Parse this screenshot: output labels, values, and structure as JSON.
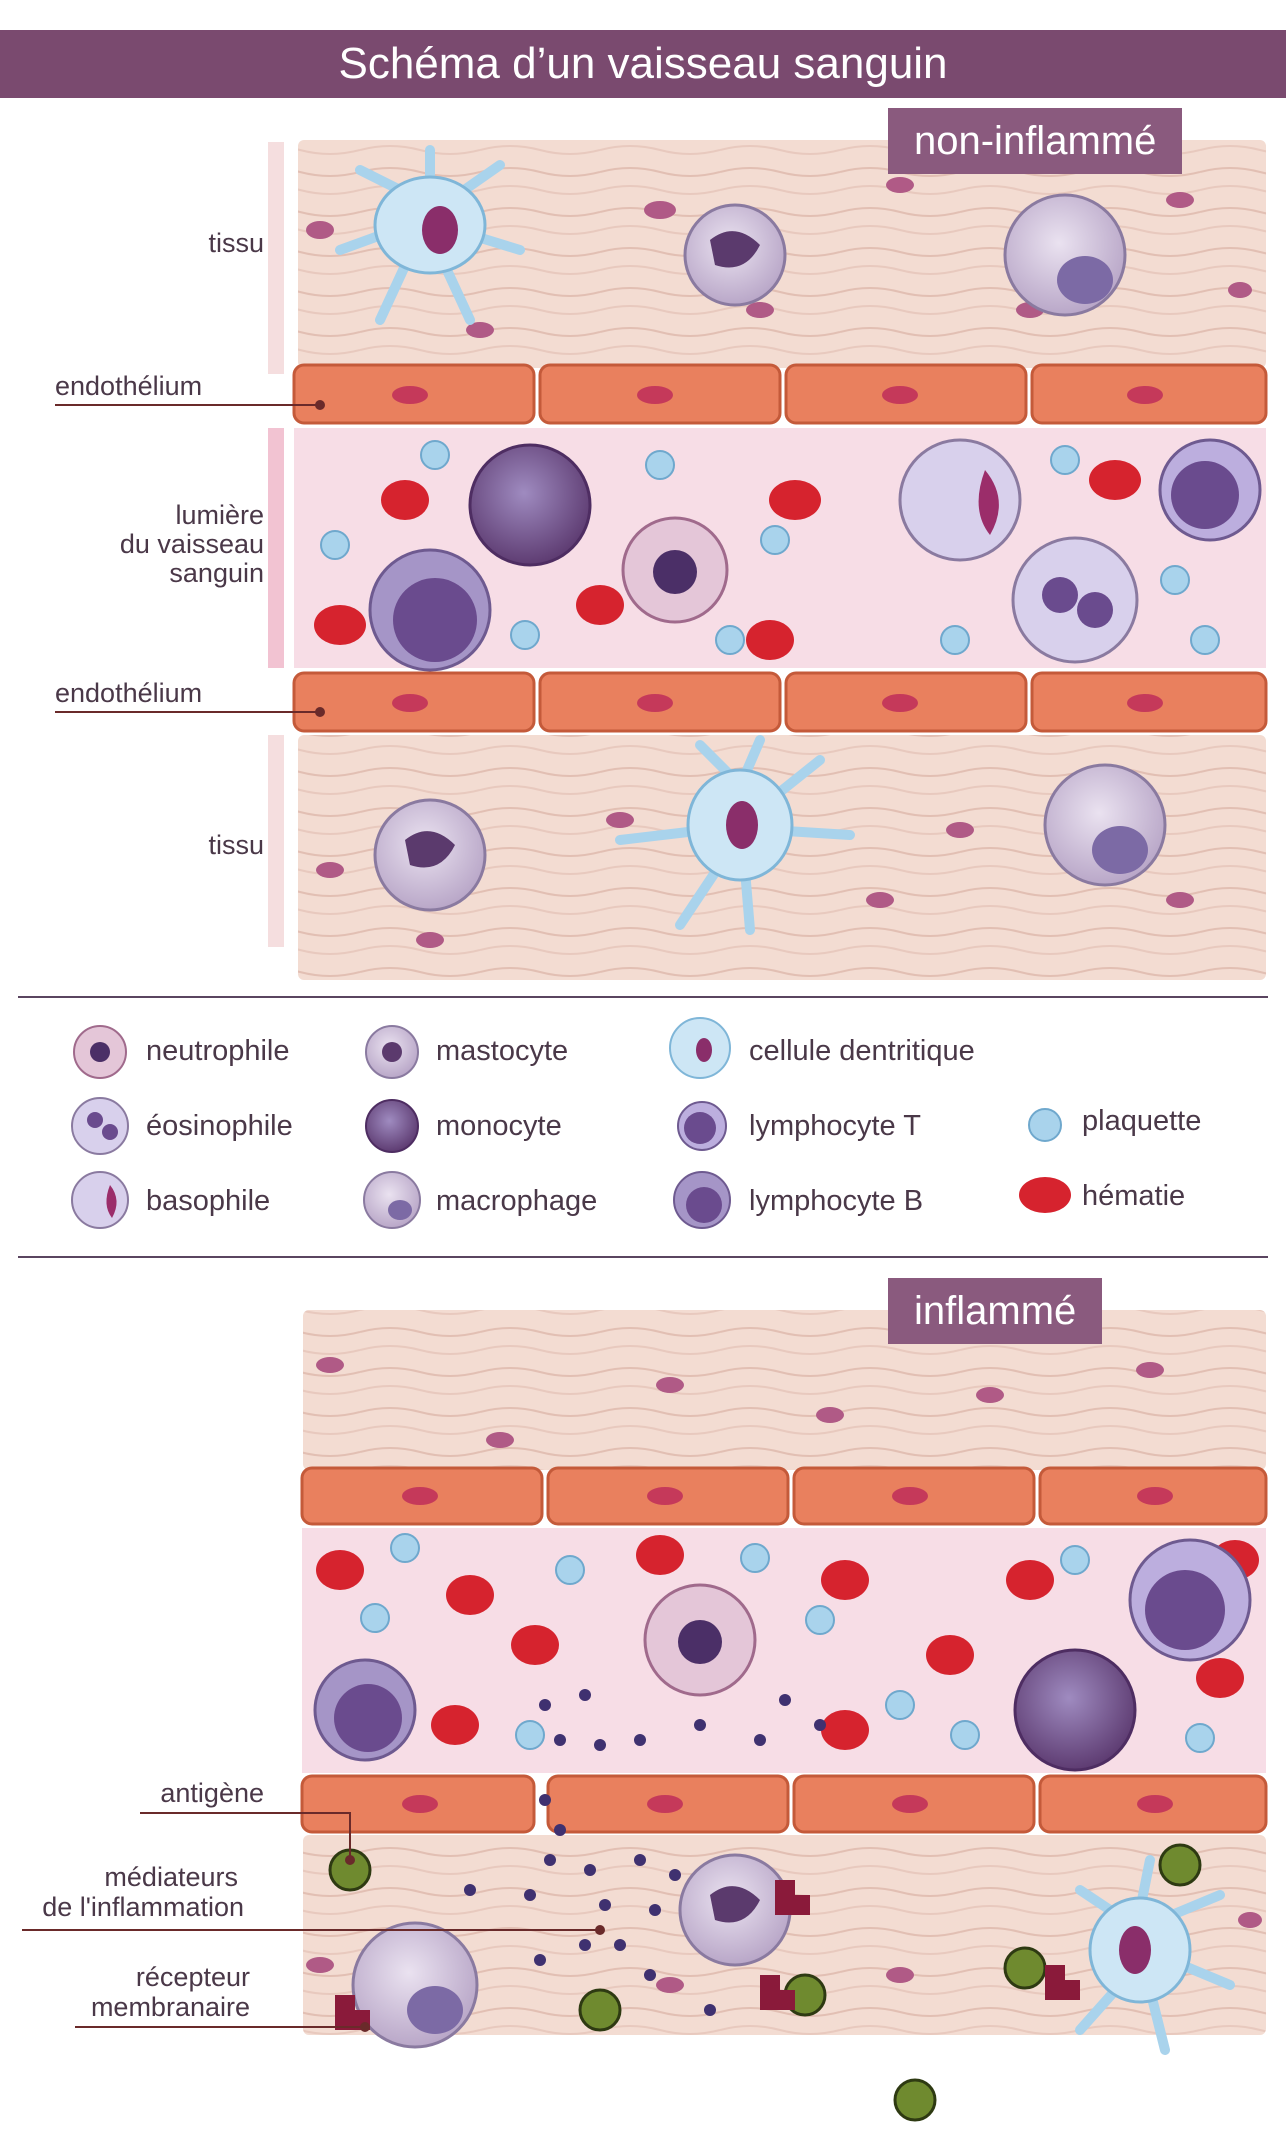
{
  "title": "Schéma d’un vaisseau sanguin",
  "sections": {
    "normal": "non-inflammé",
    "inflamed": "inflammé"
  },
  "labels": {
    "tissue_top": "tissu",
    "endothelium_top": "endothélium",
    "lumen_line1": "lumière",
    "lumen_line2": "du vaisseau",
    "lumen_line3": "sanguin",
    "endothelium_bottom": "endothélium",
    "tissue_bottom": "tissu",
    "antigen": "antigène",
    "mediators_line1": "médiateurs",
    "mediators_line2": "de l'inflammation",
    "receptor_line1": "récepteur",
    "receptor_line2": "membranaire"
  },
  "legend": [
    {
      "name": "neutrophile",
      "icon": "neutrophil-icon"
    },
    {
      "name": "mastocyte",
      "icon": "mastocyte-icon"
    },
    {
      "name": "cellule dentritique",
      "icon": "dendritic-cell-icon"
    },
    {
      "name": "éosinophile",
      "icon": "eosinophil-icon"
    },
    {
      "name": "monocyte",
      "icon": "monocyte-icon"
    },
    {
      "name": "lymphocyte T",
      "icon": "t-lymphocyte-icon"
    },
    {
      "name": "plaquette",
      "icon": "platelet-icon"
    },
    {
      "name": "basophile",
      "icon": "basophil-icon"
    },
    {
      "name": "macrophage",
      "icon": "macrophage-icon"
    },
    {
      "name": "lymphocyte B",
      "icon": "b-lymphocyte-icon"
    },
    {
      "name": "hématie",
      "icon": "red-blood-cell-icon"
    }
  ],
  "colors": {
    "header": "#7a4a6f",
    "tissue": "#f3dcd2",
    "endothelium": "#e9805e",
    "lumen": "#f7dde6",
    "rbc": "#d6232e",
    "platelet": "#a9d3ec"
  }
}
